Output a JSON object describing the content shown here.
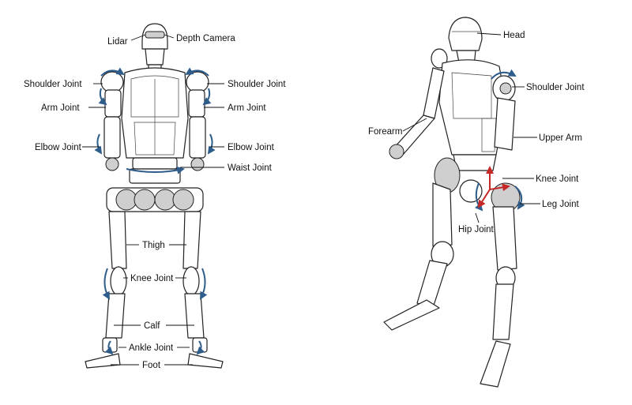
{
  "front_view": {
    "labels": {
      "lidar": "Lidar",
      "depth_camera": "Depth Camera",
      "shoulder_left": "Shoulder Joint",
      "shoulder_right": "Shoulder Joint",
      "arm_left": "Arm Joint",
      "arm_right": "Arm Joint",
      "elbow_left": "Elbow Joint",
      "elbow_right": "Elbow Joint",
      "waist": "Waist Joint",
      "thigh": "Thigh",
      "knee": "Knee Joint",
      "calf": "Calf",
      "ankle": "Ankle Joint",
      "foot": "Foot"
    }
  },
  "side_view": {
    "labels": {
      "head": "Head",
      "shoulder": "Shoulder Joint",
      "forearm": "Forearm",
      "upper_arm": "Upper Arm",
      "knee": "Knee Joint",
      "leg": "Leg Joint",
      "hip": "Hip Joint"
    }
  },
  "colors": {
    "rotation_arrow": "#2e5d8c",
    "axis_arrow": "#c62828",
    "outline": "#222222"
  }
}
